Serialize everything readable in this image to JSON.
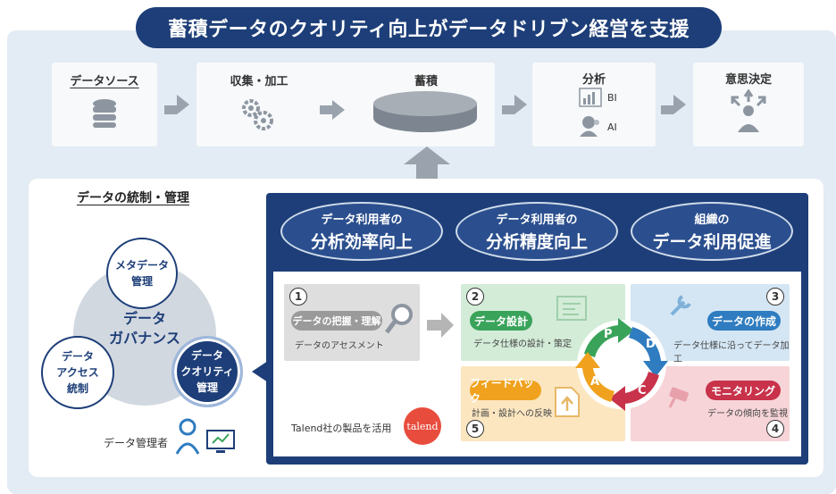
{
  "title": "蓄積データのクオリティ向上がデータドリブン経営を支援",
  "pipeline": {
    "source": "データソース",
    "collect": "収集・加工",
    "store": "蓄積",
    "analysis": "分析",
    "analysis_bi": "BI",
    "analysis_ai": "AI",
    "decision": "意思決定"
  },
  "governance": {
    "heading": "データの統制・管理",
    "center": "データ\nガバナンス",
    "meta": "メタデータ\n管理",
    "access": "データ\nアクセス\n統制",
    "quality": "データ\nクオリティ\n管理",
    "manager": "データ管理者"
  },
  "goals": [
    {
      "line1": "データ利用者の",
      "line2": "分析効率向上"
    },
    {
      "line1": "データ利用者の",
      "line2": "分析精度向上"
    },
    {
      "line1": "組織の",
      "line2": "データ利用促進"
    }
  ],
  "steps": {
    "s1": {
      "num": "1",
      "label": "データの把握・理解",
      "desc": "データのアセスメント"
    },
    "s2": {
      "num": "2",
      "label": "データ設計",
      "desc": "データ仕様の設計・策定"
    },
    "s3": {
      "num": "3",
      "label": "データの作成",
      "desc": "データ仕様に沿ってデータ加工"
    },
    "s4": {
      "num": "4",
      "label": "モニタリング",
      "desc": "データの傾向を監視"
    },
    "s5": {
      "num": "5",
      "label": "フィードバック",
      "desc": "計画・設計への反映"
    }
  },
  "pdca": {
    "p": "P",
    "d": "D",
    "c": "C",
    "a": "A"
  },
  "talend": {
    "caption": "Talend社の製品を活用",
    "logo": "talend"
  },
  "colors": {
    "navy": "#1d3e78",
    "green": "#3aa35a",
    "blue": "#2f7cc0",
    "red": "#c8324a",
    "orange": "#f0a21e",
    "gray": "#9a9a9a"
  }
}
